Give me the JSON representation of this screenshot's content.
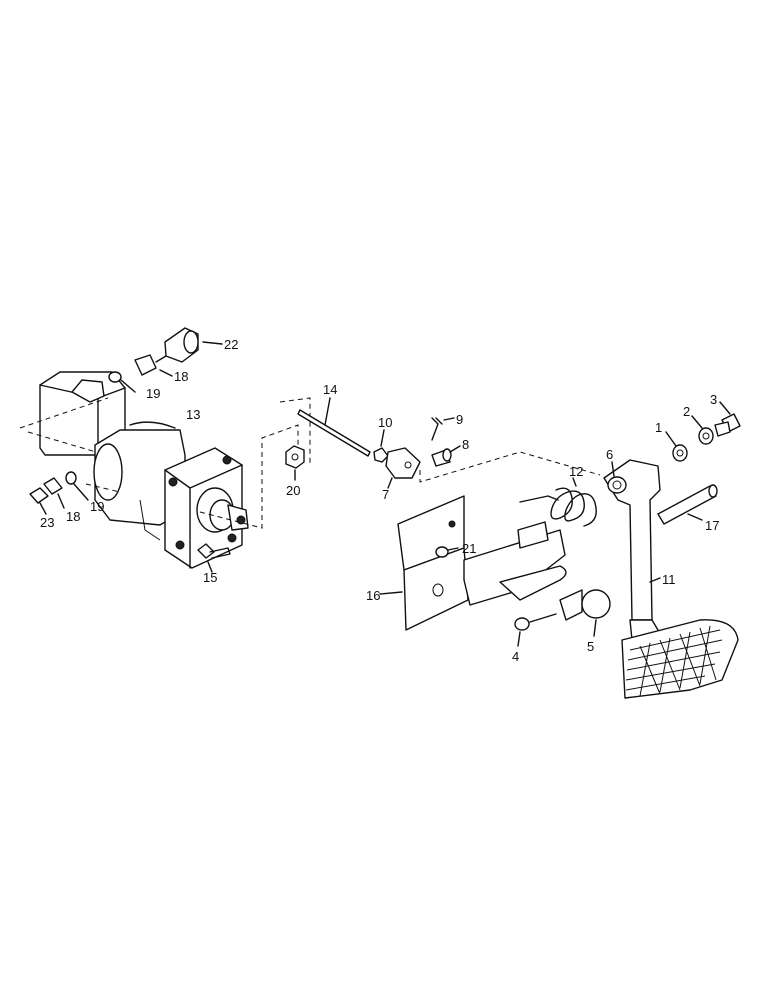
{
  "labels": {
    "p1": "1",
    "p2": "2",
    "p3": "3",
    "p4": "4",
    "p5": "5",
    "p6": "6",
    "p7": "7",
    "p8": "8",
    "p9": "9",
    "p10": "10",
    "p11": "11",
    "p12": "12",
    "p13": "13",
    "p14": "14",
    "p15": "15",
    "p16": "16",
    "p17": "17",
    "p18a": "18",
    "p18b": "18",
    "p19a": "19",
    "p19b": "19",
    "p20": "20",
    "p21": "21",
    "p22": "22",
    "p23": "23"
  }
}
